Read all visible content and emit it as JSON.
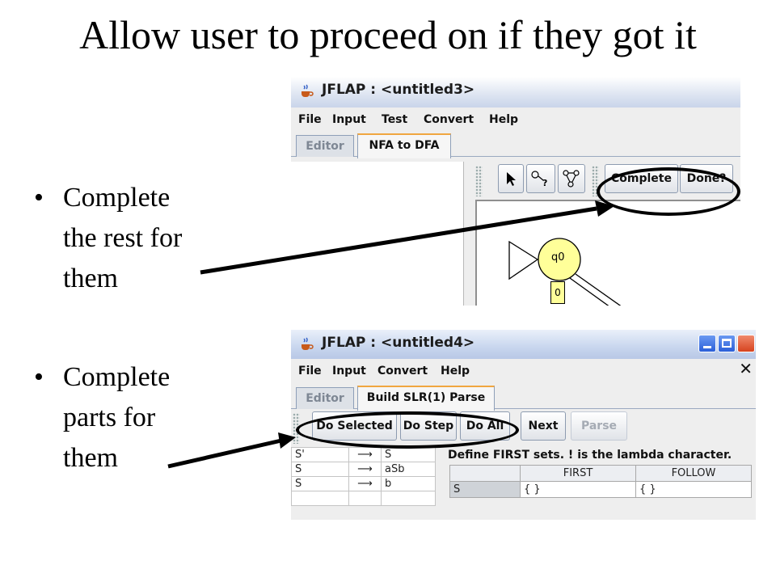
{
  "slide": {
    "title": "Allow user to proceed on if they got it",
    "bullets": [
      {
        "lines": [
          "Complete",
          "the rest for",
          "them"
        ]
      },
      {
        "lines": [
          "Complete",
          "parts for",
          "them"
        ]
      }
    ]
  },
  "window1": {
    "title": "JFLAP : <untitled3>",
    "menu": [
      "File",
      "Input",
      "Test",
      "Convert",
      "Help"
    ],
    "tabs": [
      "Editor",
      "NFA to DFA"
    ],
    "toolbar_buttons": [
      "Complete",
      "Done?"
    ],
    "state": {
      "label": "q0",
      "number": "0"
    }
  },
  "window2": {
    "title": "JFLAP : <untitled4>",
    "menu": [
      "File",
      "Input",
      "Convert",
      "Help"
    ],
    "close_glyph": "✕",
    "tabs": [
      "Editor",
      "Build SLR(1) Parse"
    ],
    "toolbar_buttons": [
      "Do Selected",
      "Do Step",
      "Do All",
      "Next",
      "Parse"
    ],
    "productions": [
      {
        "lhs": "S'",
        "arrow": "⟶",
        "rhs": "S"
      },
      {
        "lhs": "S",
        "arrow": "⟶",
        "rhs": "aSb"
      },
      {
        "lhs": "S",
        "arrow": "⟶",
        "rhs": "b"
      }
    ],
    "first_follow_note": "Define FIRST sets.  ! is the lambda character.",
    "ff_headers": [
      "FIRST",
      "FOLLOW"
    ],
    "ff_rows": [
      {
        "symbol": "S",
        "first": "{ }",
        "follow": "{ }"
      }
    ]
  },
  "colors": {
    "state_fill": "#ffff99",
    "tab_accent": "#f0a640",
    "titlebar": "#c9d5ea"
  }
}
